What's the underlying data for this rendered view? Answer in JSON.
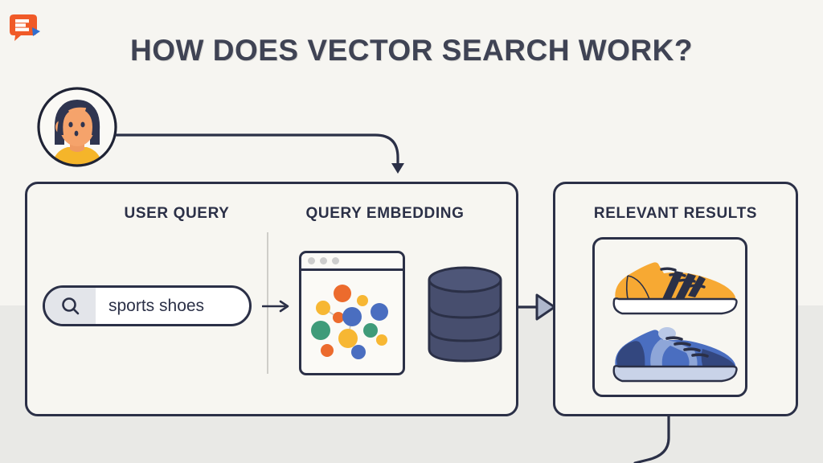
{
  "page": {
    "title": "HOW DOES VECTOR SEARCH WORK?",
    "background_top": "#f6f5f1",
    "background_bottom": "#e9e9e6"
  },
  "logo": {
    "name": "e-speech-bubble-logo",
    "letter": "E",
    "bubble_color": "#f05a28",
    "accent_color": "#2f6fd0"
  },
  "avatar": {
    "name": "user-avatar",
    "hair_color": "#2f3550",
    "skin_color": "#f5a36b",
    "shirt_color": "#f5b52a",
    "ring_color": "#2b3047"
  },
  "panels": {
    "left": {
      "sections": [
        {
          "heading": "USER QUERY",
          "search": {
            "value": "sports shoes",
            "placeholder": "Search",
            "icon": "search-icon",
            "icon_box_color": "#e3e5ea",
            "field_color": "#ffffff",
            "border_color": "#2b3047"
          },
          "arrow": "arrow-right"
        },
        {
          "heading": "QUERY EMBEDDING",
          "browser": {
            "dots": 3,
            "dot_color": "#cdcdcd",
            "border_color": "#2b3047"
          },
          "database": {
            "name": "vector-database-cylinder",
            "color": "#474e6e",
            "top_color": "#4e5678",
            "segments": 3
          }
        }
      ]
    },
    "right": {
      "heading": "RELEVANT RESULTS",
      "results": [
        {
          "name": "sneaker-orange",
          "body_color": "#f7a933",
          "stripe_color": "#2b3047",
          "sole_color": "#ffffff"
        },
        {
          "name": "sneaker-blue",
          "body_color": "#4a6ec0",
          "heel_color": "#33477f",
          "overlay_color": "#8ea6d8",
          "sole_color": "#c9d3e8"
        }
      ]
    }
  },
  "chart_data": {
    "type": "scatter",
    "title": "Query embedding vector space",
    "xlabel": "",
    "ylabel": "",
    "xlim": [
      0,
      100
    ],
    "ylim": [
      0,
      100
    ],
    "grid": false,
    "legend": "none",
    "points": [
      {
        "x": 38,
        "y": 16,
        "r": 11,
        "color": "#ec6b2d"
      },
      {
        "x": 63,
        "y": 24,
        "r": 7,
        "color": "#f7b733"
      },
      {
        "x": 15,
        "y": 33,
        "r": 9,
        "color": "#f7b733"
      },
      {
        "x": 33,
        "y": 45,
        "r": 7,
        "color": "#ec6b2d"
      },
      {
        "x": 50,
        "y": 44,
        "r": 12,
        "color": "#4a6ec0"
      },
      {
        "x": 83,
        "y": 38,
        "r": 11,
        "color": "#4a6ec0"
      },
      {
        "x": 12,
        "y": 60,
        "r": 12,
        "color": "#3f9b79"
      },
      {
        "x": 73,
        "y": 60,
        "r": 9,
        "color": "#3f9b79"
      },
      {
        "x": 45,
        "y": 70,
        "r": 12,
        "color": "#f7b733"
      },
      {
        "x": 86,
        "y": 72,
        "r": 7,
        "color": "#f7b733"
      },
      {
        "x": 20,
        "y": 84,
        "r": 8,
        "color": "#ec6b2d"
      },
      {
        "x": 58,
        "y": 86,
        "r": 9,
        "color": "#4a6ec0"
      }
    ],
    "edges": [
      {
        "from": 2,
        "to": 3
      },
      {
        "from": 4,
        "to": 8
      }
    ]
  },
  "connectors": [
    {
      "name": "avatar-to-query-arrow",
      "style": "curved-arrow"
    },
    {
      "name": "embedding-to-results-arrow",
      "style": "triangle-arrow"
    },
    {
      "name": "results-outgoing-line",
      "style": "curve-down-left"
    }
  ]
}
